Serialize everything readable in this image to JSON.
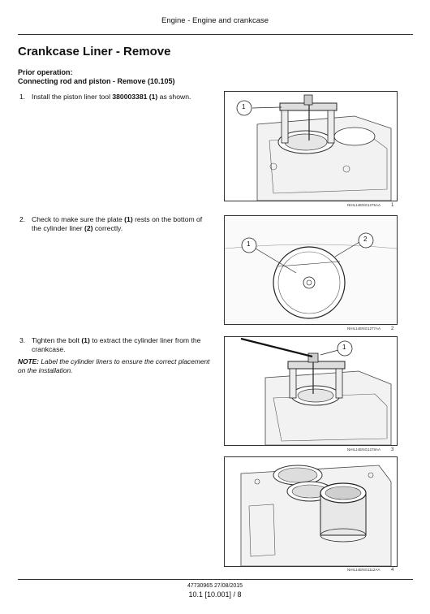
{
  "header": {
    "text": "Engine - Engine and crankcase"
  },
  "page_title": "Crankcase Liner - Remove",
  "prior_operation": {
    "label": "Prior operation:",
    "text": "Connecting rod and piston - Remove (10.105)"
  },
  "steps": [
    {
      "num": "1.",
      "text_a": "Install the piston liner tool ",
      "bold": "380003381 (1)",
      "text_b": " as shown."
    },
    {
      "num": "2.",
      "text_a": "Check to make sure the plate ",
      "bold1": "(1)",
      "text_b": " rests on the bottom of the cylinder liner ",
      "bold2": "(2)",
      "text_c": " correctly."
    },
    {
      "num": "3.",
      "text_a": "Tighten the bolt ",
      "bold": "(1)",
      "text_b": " to extract the cylinder liner from the crankcase."
    }
  ],
  "note": {
    "label": "NOTE:",
    "text": " Label the cylinder liners to ensure the correct placement on the installation."
  },
  "figures": [
    {
      "caption": "NHIL14ENG1275AA",
      "number": "1",
      "callouts": [
        "1"
      ]
    },
    {
      "caption": "NHIL14ENG1277AA",
      "number": "2",
      "callouts": [
        "1",
        "2"
      ]
    },
    {
      "caption": "NHIL14ENG1278AA",
      "number": "3",
      "callouts": [
        "1"
      ]
    },
    {
      "caption": "NHIL14ENG1112AA",
      "number": "4",
      "callouts": []
    }
  ],
  "footer": {
    "doc": "47730965 27/08/2015",
    "page": "10.1 [10.001] / 8"
  }
}
